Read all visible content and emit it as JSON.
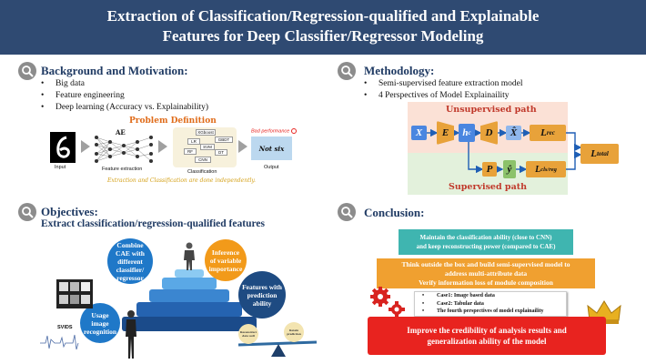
{
  "header": {
    "title_line1": "Extraction of Classification/Regression-qualified and Explainable",
    "title_line2": "Features for Deep Classifier/Regressor Modeling"
  },
  "background": {
    "title": "Background and Motivation:",
    "bullets": [
      "Big data",
      "Feature engineering",
      "Deep learning (Accuracy vs. Explainability)"
    ],
    "problem_title": "Problem Definition",
    "input_label": "Input",
    "ae_label": "AE",
    "feature_extraction_label": "Feature extraction",
    "classifier_tags": [
      "XGboost",
      "GBDT",
      "LR",
      "SVM",
      "RF",
      "DT",
      "CNN"
    ],
    "classification_label": "Classification",
    "bad_performance": "Bad performance",
    "output_box": "Not six",
    "output_label": "Output",
    "note": "Extraction and Classification are done independently."
  },
  "methodology": {
    "title": "Methodology:",
    "bullets": [
      "Semi-supervised feature extraction model",
      "4 Perspectives of Model Explainaility"
    ],
    "unsupervised_label": "Unsupervised path",
    "supervised_label": "Supervised path",
    "nodes": {
      "x": "X",
      "e": "E",
      "h": "h",
      "h_sub": "c",
      "d": "D",
      "xhat": "X̂",
      "l_rec": "L",
      "l_rec_sub": "rec",
      "p": "P",
      "yhat": "ŷ",
      "l_cls": "L",
      "l_cls_sub": "cls/reg",
      "l_total": "L",
      "l_total_sub": "total"
    }
  },
  "objectives": {
    "title": "Objectives:",
    "subtitle": "Extract classification/regression-qualified features",
    "circles": [
      "Combine CAE with different classifier/ regressor",
      "Inference of variable importance",
      "Features with prediction ability",
      "Usage image recognition"
    ],
    "svids_label": "SVIDS",
    "seesaw_left": "Reconstruct data well",
    "seesaw_right": "Retain prediction"
  },
  "conclusion": {
    "title": "Conclusion:",
    "box1_line1": "Maintain the classification ability (close to CNN)",
    "box1_line2": "and keep reconstructing power (compared to CAE)",
    "box2_line1": "Think outside the box and build semi-supervised model to",
    "box2_line2": "address multi-attribute data",
    "box2_line3": "Verify information loss of module composition",
    "cases": [
      "Case1: Image based data",
      "Case2: Tabular data",
      "The fourth perspectives of model explainaility"
    ],
    "box3_line1": "Improve the credibility of analysis results and",
    "box3_line2": "generalization ability of the model"
  },
  "colors": {
    "banner": "#2f4a72",
    "title_blue": "#1f3a63",
    "teal": "#3fb5b0",
    "orange": "#f0a030",
    "red": "#e8231f",
    "problem_orange": "#e06c1a"
  }
}
